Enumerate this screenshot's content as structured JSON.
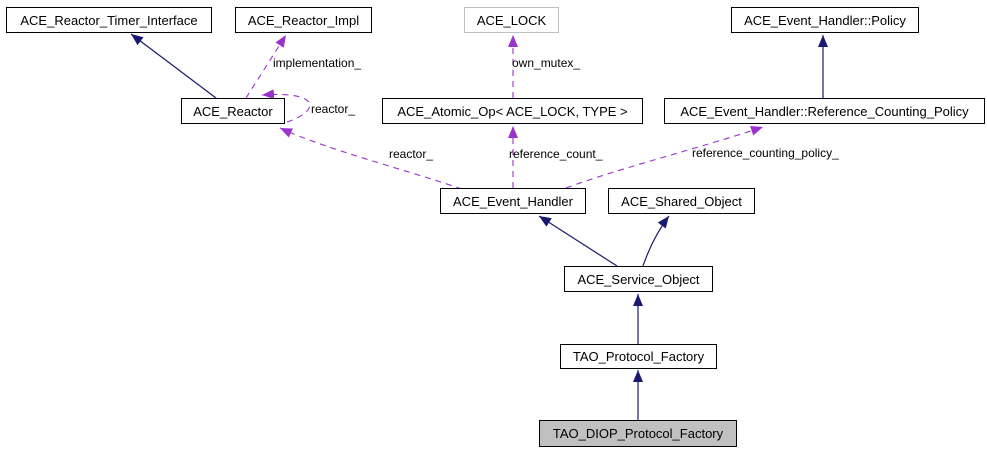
{
  "diagram": {
    "kind": "class-collaboration-graph",
    "background": "#ffffff",
    "colors": {
      "inheritance_edge": "#191970",
      "usage_edge": "#9a32cd",
      "node_border": "#000000",
      "node_background": "#ffffff",
      "template_node_border": "#bfbfbf",
      "current_node_background": "#c0c0c0",
      "text": "#000000"
    },
    "nodes": {
      "reactor_timer_interface": {
        "label": "ACE_Reactor_Timer_Interface"
      },
      "reactor_impl": {
        "label": "ACE_Reactor_Impl"
      },
      "lock": {
        "label": "ACE_LOCK"
      },
      "policy": {
        "label": "ACE_Event_Handler::Policy"
      },
      "reactor": {
        "label": "ACE_Reactor"
      },
      "atomic_op": {
        "label": "ACE_Atomic_Op< ACE_LOCK, TYPE >"
      },
      "ref_counting_policy": {
        "label": "ACE_Event_Handler::Reference_Counting_Policy"
      },
      "event_handler": {
        "label": "ACE_Event_Handler"
      },
      "shared_object": {
        "label": "ACE_Shared_Object"
      },
      "service_object": {
        "label": "ACE_Service_Object"
      },
      "protocol_factory": {
        "label": "TAO_Protocol_Factory"
      },
      "diop_protocol_factory": {
        "label": "TAO_DIOP_Protocol_Factory"
      }
    },
    "edge_labels": {
      "implementation": "implementation_",
      "reactor_self": "reactor_",
      "own_mutex": "own_mutex_",
      "reactor": "reactor_",
      "reference_count": "reference_count_",
      "reference_counting_policy": "reference_counting_policy_"
    },
    "edges": [
      {
        "type": "inheritance",
        "from": "ACE_Reactor",
        "to": "ACE_Reactor_Timer_Interface"
      },
      {
        "type": "inheritance",
        "from": "ACE_Event_Handler::Reference_Counting_Policy",
        "to": "ACE_Event_Handler::Policy"
      },
      {
        "type": "inheritance",
        "from": "ACE_Service_Object",
        "to": "ACE_Event_Handler"
      },
      {
        "type": "inheritance",
        "from": "ACE_Service_Object",
        "to": "ACE_Shared_Object"
      },
      {
        "type": "inheritance",
        "from": "TAO_Protocol_Factory",
        "to": "ACE_Service_Object"
      },
      {
        "type": "inheritance",
        "from": "TAO_DIOP_Protocol_Factory",
        "to": "TAO_Protocol_Factory"
      },
      {
        "type": "usage",
        "from": "ACE_Reactor",
        "to": "ACE_Reactor_Impl",
        "label": "implementation_"
      },
      {
        "type": "usage",
        "from": "ACE_Reactor",
        "to": "ACE_Reactor",
        "label": "reactor_"
      },
      {
        "type": "usage",
        "from": "ACE_Atomic_Op< ACE_LOCK, TYPE >",
        "to": "ACE_LOCK",
        "label": "own_mutex_"
      },
      {
        "type": "usage",
        "from": "ACE_Event_Handler",
        "to": "ACE_Reactor",
        "label": "reactor_"
      },
      {
        "type": "usage",
        "from": "ACE_Event_Handler",
        "to": "ACE_Atomic_Op< ACE_LOCK, TYPE >",
        "label": "reference_count_"
      },
      {
        "type": "usage",
        "from": "ACE_Event_Handler",
        "to": "ACE_Event_Handler::Reference_Counting_Policy",
        "label": "reference_counting_policy_"
      }
    ]
  }
}
